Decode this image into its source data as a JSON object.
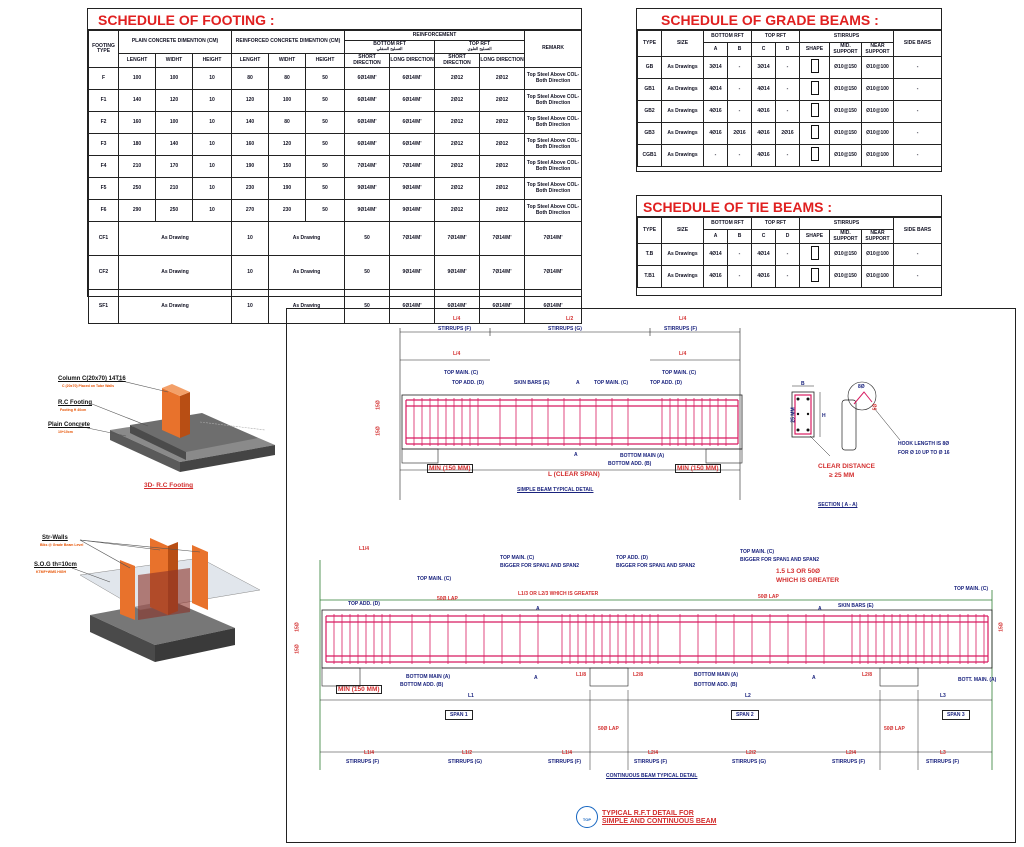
{
  "footing": {
    "title": "SCHEDULE OF FOOTING :",
    "headers": {
      "type": "FOOTING TYPE",
      "plain": "PLAIN CONCRETE DIMENTION (CM)",
      "reinforced": "REINFORCED CONCRETE DIMENTION (CM)",
      "reinforcement": "REINFORCEMENT",
      "bottom_rft": "BOTTOM RFT",
      "bottom_ar": "التسليح السفلي",
      "top_rft": "TOP RFT",
      "top_ar": "التسليح العلوي",
      "remark": "REMARK",
      "lenght": "LENGHT",
      "widht": "WIDHT",
      "height": "HEIGHT",
      "short": "SHORT DIRECTION",
      "long": "LONG DIRECTION"
    },
    "rows": [
      [
        "F",
        "100",
        "100",
        "10",
        "80",
        "80",
        "50",
        "6Ø14/M'",
        "6Ø14/M'",
        "2Ø12",
        "2Ø12",
        "Top Steel Above COL-Both Direction"
      ],
      [
        "F1",
        "140",
        "120",
        "10",
        "120",
        "100",
        "50",
        "6Ø14/M'",
        "6Ø14/M'",
        "2Ø12",
        "2Ø12",
        "Top Steel Above COL-Both Direction"
      ],
      [
        "F2",
        "160",
        "100",
        "10",
        "140",
        "80",
        "50",
        "6Ø14/M'",
        "6Ø14/M'",
        "2Ø12",
        "2Ø12",
        "Top Steel Above COL-Both Direction"
      ],
      [
        "F3",
        "180",
        "140",
        "10",
        "160",
        "120",
        "50",
        "6Ø14/M'",
        "6Ø14/M'",
        "2Ø12",
        "2Ø12",
        "Top Steel Above COL-Both Direction"
      ],
      [
        "F4",
        "210",
        "170",
        "10",
        "190",
        "150",
        "50",
        "7Ø14/M'",
        "7Ø14/M'",
        "2Ø12",
        "2Ø12",
        "Top Steel Above COL-Both Direction"
      ],
      [
        "F5",
        "250",
        "210",
        "10",
        "230",
        "190",
        "50",
        "9Ø14/M'",
        "9Ø14/M'",
        "2Ø12",
        "2Ø12",
        "Top Steel Above COL-Both Direction"
      ],
      [
        "F6",
        "290",
        "250",
        "10",
        "270",
        "230",
        "50",
        "9Ø14/M'",
        "9Ø14/M'",
        "2Ø12",
        "2Ø12",
        "Top Steel Above COL-Both Direction"
      ]
    ],
    "special_rows": [
      [
        "CF1",
        "As Drawing",
        "10",
        "As Drawing",
        "50",
        "7Ø14/M'",
        "7Ø14/M'",
        "7Ø14/M'",
        "7Ø14/M'",
        "Top Steel Above COL-Both Direction"
      ],
      [
        "CF2",
        "As Drawing",
        "10",
        "As Drawing",
        "50",
        "9Ø14/M'",
        "9Ø14/M'",
        "7Ø14/M'",
        "7Ø14/M'",
        "Top Steel Above COL-Both Direction"
      ],
      [
        "SF1",
        "As Drawing",
        "10",
        "As Drawing",
        "50",
        "6Ø14/M'",
        "6Ø14/M'",
        "6Ø14/M'",
        "6Ø14/M'",
        "Top Steel Above COL-Both Direction"
      ]
    ]
  },
  "grade_beams": {
    "title": "SCHEDULE OF GRADE BEAMS :",
    "headers": {
      "type": "TYPE",
      "size": "SIZE",
      "bottom": "BOTTOM RFT",
      "top": "TOP RFT",
      "stirrups": "STIRRUPS",
      "side": "SIDE BARS",
      "a": "A",
      "b": "B",
      "c": "C",
      "d": "D",
      "shape": "SHAPE",
      "mid": "MID. SUPPORT",
      "near": "NEAR SUPPORT"
    },
    "rows": [
      [
        "GB",
        "As Drawings",
        "3Ø14",
        "-",
        "3Ø14",
        "-",
        "Ø10@150",
        "Ø10@100",
        "-"
      ],
      [
        "GB1",
        "As Drawings",
        "4Ø14",
        "-",
        "4Ø14",
        "-",
        "Ø10@150",
        "Ø10@100",
        "-"
      ],
      [
        "GB2",
        "As Drawings",
        "4Ø16",
        "-",
        "4Ø16",
        "-",
        "Ø10@150",
        "Ø10@100",
        "-"
      ],
      [
        "GB3",
        "As Drawings",
        "4Ø16",
        "2Ø16",
        "4Ø16",
        "2Ø16",
        "Ø10@150",
        "Ø10@100",
        "-"
      ],
      [
        "CGB1",
        "As Drawings",
        "-",
        "-",
        "4Ø16",
        "-",
        "Ø10@150",
        "Ø10@100",
        "-"
      ]
    ]
  },
  "tie_beams": {
    "title": "SCHEDULE OF TIE BEAMS :",
    "rows": [
      [
        "T.B",
        "As Drawings",
        "4Ø14",
        "-",
        "4Ø14",
        "-",
        "Ø10@150",
        "Ø10@100",
        "-"
      ],
      [
        "T.B1",
        "As Drawings",
        "4Ø16",
        "-",
        "4Ø16",
        "-",
        "Ø10@150",
        "Ø10@100",
        "-"
      ]
    ]
  },
  "iso": {
    "col_label": "Column C(20x70) 14T16",
    "col_sub": "C (20x70) Placed on Tube Walls",
    "rc_label": "R.C Footing",
    "rc_sub": "Footing H 40cm",
    "plain_label": "Plain Concrete",
    "plain_sub": "10+10cm",
    "caption": "3D- R.C Footing",
    "stirwalls": "Str-Walls",
    "stirwalls_sub": "Blks @ Grade Beam Level",
    "sog": "S.O.G th=10cm",
    "sog_sub": "KTMF+WMS HIGH"
  },
  "simple": {
    "l4": "L/4",
    "l2": "L/2",
    "stirrups_f": "STIRRUPS (F)",
    "stirrups_g": "STIRRUPS (G)",
    "top_main": "TOP MAIN. (C)",
    "top_add": "TOP ADD. (D)",
    "skin": "SKIN BARS (E)",
    "bottom_main": "BOTTOM MAIN (A)",
    "bottom_add": "BOTTOM ADD. (B)",
    "a": "A",
    "d15": "15Ø",
    "min": "MIN (150 MM)",
    "clear": "L (CLEAR SPAN)",
    "caption": "SIMPLE BEAM TYPICAL DETAIL"
  },
  "section": {
    "b": "B",
    "h": "H",
    "d25": "25 MM",
    "d8": "8Ø",
    "d5": "5Ø",
    "hook": "HOOK LENGTH IS 8Ø",
    "hook2": "FOR Ø 10 UP TO Ø 16",
    "clear": "CLEAR DISTANCE",
    "clear2": "≥ 25 MM",
    "caption": "SECTION ( A - A)"
  },
  "continuous": {
    "l14": "L1/4",
    "l13": "L1/3 OR L2/3  WHICH IS GREATER",
    "top_main": "TOP MAIN. (C)",
    "top_add": "TOP ADD. (D)",
    "bigger": "BIGGER FOR SPAN1 AND SPAN2",
    "lap": "50Ø LAP",
    "skin": "SKIN BARS (E)",
    "rule": "1.5 L3 OR 50Ø",
    "rule2": "WHICH IS GREATER",
    "bottom_main": "BOTTOM MAIN  (A)",
    "bottom_add": "BOTTOM ADD. (B)",
    "bott_main": "BOTT. MAIN. (A)",
    "l18": "L1/8",
    "l28": "L2/8",
    "l1": "L1",
    "l2": "L2",
    "l3": "L3",
    "span1": "SPAN 1",
    "span2": "SPAN 2",
    "span3": "SPAN 3",
    "l12": "L1/2",
    "l24": "L2/4",
    "l22": "L2/2",
    "min": "MIN (150 MM)",
    "a": "A",
    "d15": "15Ø",
    "caption": "CONTINUOUS BEAM TYPICAL DETAIL"
  },
  "footer": {
    "badge": "TOP",
    "line1": "TYPICAL R.F.T DETAIL FOR",
    "line2": "SIMPLE AND CONTINUOUS BEAM"
  },
  "colors": {
    "title": "#e02020",
    "rebar": "#d81b60",
    "label": "#1a237e",
    "dim": "#d32f2f",
    "column": "#e8722c",
    "concrete": "#6d6d6d"
  }
}
